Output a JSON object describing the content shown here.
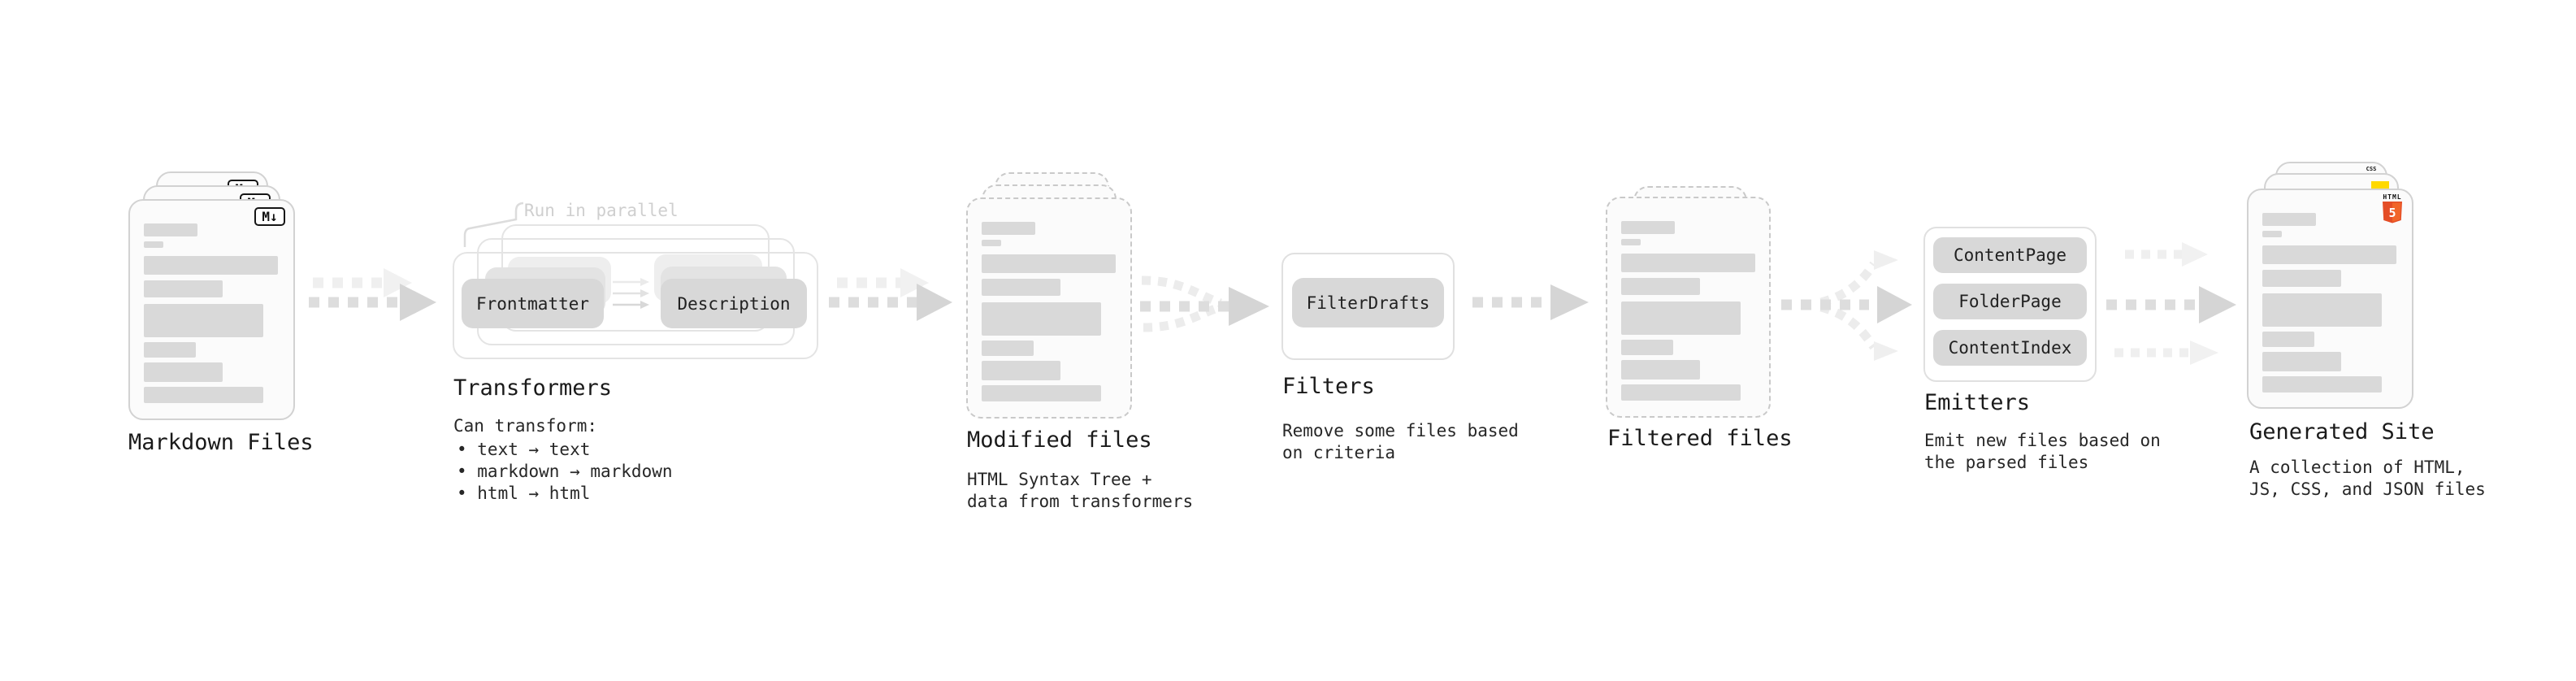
{
  "markdown": {
    "label": "Markdown Files",
    "badge": "M↓"
  },
  "transformers": {
    "label": "Transformers",
    "note": "Run in parallel",
    "buttons": {
      "frontmatter": "Frontmatter",
      "description": "Description"
    },
    "desc_title": "Can transform:",
    "bullets": [
      "• text → text",
      "• markdown → markdown",
      "• html → html"
    ]
  },
  "modified": {
    "label": "Modified files",
    "desc1": "HTML Syntax Tree +",
    "desc2": "data from transformers"
  },
  "filters": {
    "label": "Filters",
    "button": "FilterDrafts",
    "desc1": "Remove some files based",
    "desc2": "on criteria"
  },
  "filtered": {
    "label": "Filtered files"
  },
  "emitters": {
    "label": "Emitters",
    "buttons": [
      "ContentPage",
      "FolderPage",
      "ContentIndex"
    ],
    "desc1": "Emit new files based on",
    "desc2": "the parsed files"
  },
  "generated": {
    "label": "Generated Site",
    "desc1": "A collection of HTML,",
    "desc2": "JS, CSS, and JSON files",
    "badge_css": "CSS",
    "badge_html_word": "HTML",
    "badge_html_num": "5"
  },
  "colors": {
    "html5_orange": "#e44d26",
    "js_yellow": "#ffd900",
    "css_blue": "#2469e8",
    "placeholder_gray": "#d9d9d9",
    "arrow_dark": "#dddddd",
    "arrow_light": "#efefef"
  }
}
